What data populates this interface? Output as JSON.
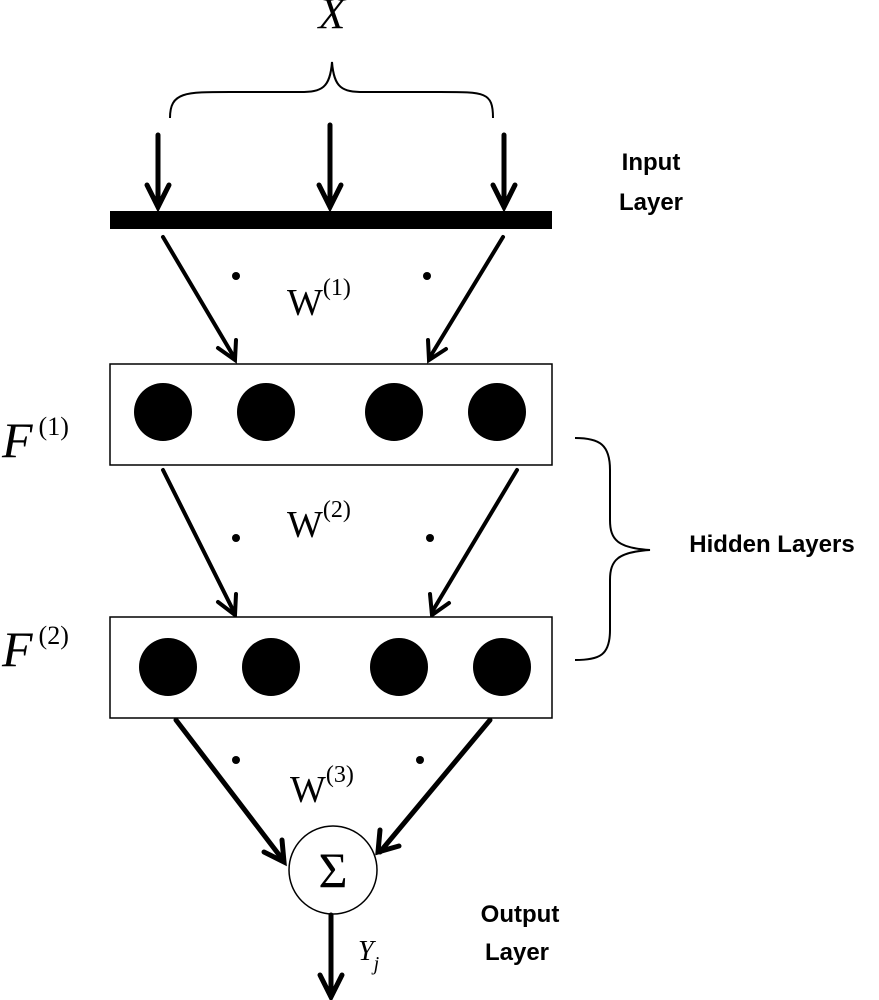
{
  "input_symbol": "X",
  "input_layer_label": [
    "Input",
    "Layer"
  ],
  "hidden_layers_label": "Hidden Layers",
  "output_layer_label": [
    "Output",
    "Layer"
  ],
  "layers": [
    {
      "symbol": "F",
      "index": "(1)"
    },
    {
      "symbol": "F",
      "index": "(2)"
    }
  ],
  "weights": [
    {
      "symbol": "W",
      "index": "(1)"
    },
    {
      "symbol": "W",
      "index": "(2)"
    },
    {
      "symbol": "W",
      "index": "(3)"
    }
  ],
  "summation_symbol": "Σ",
  "output_symbol": "Y",
  "output_subscript": "j",
  "colors": {
    "ink": "#000000",
    "background": "#ffffff"
  }
}
